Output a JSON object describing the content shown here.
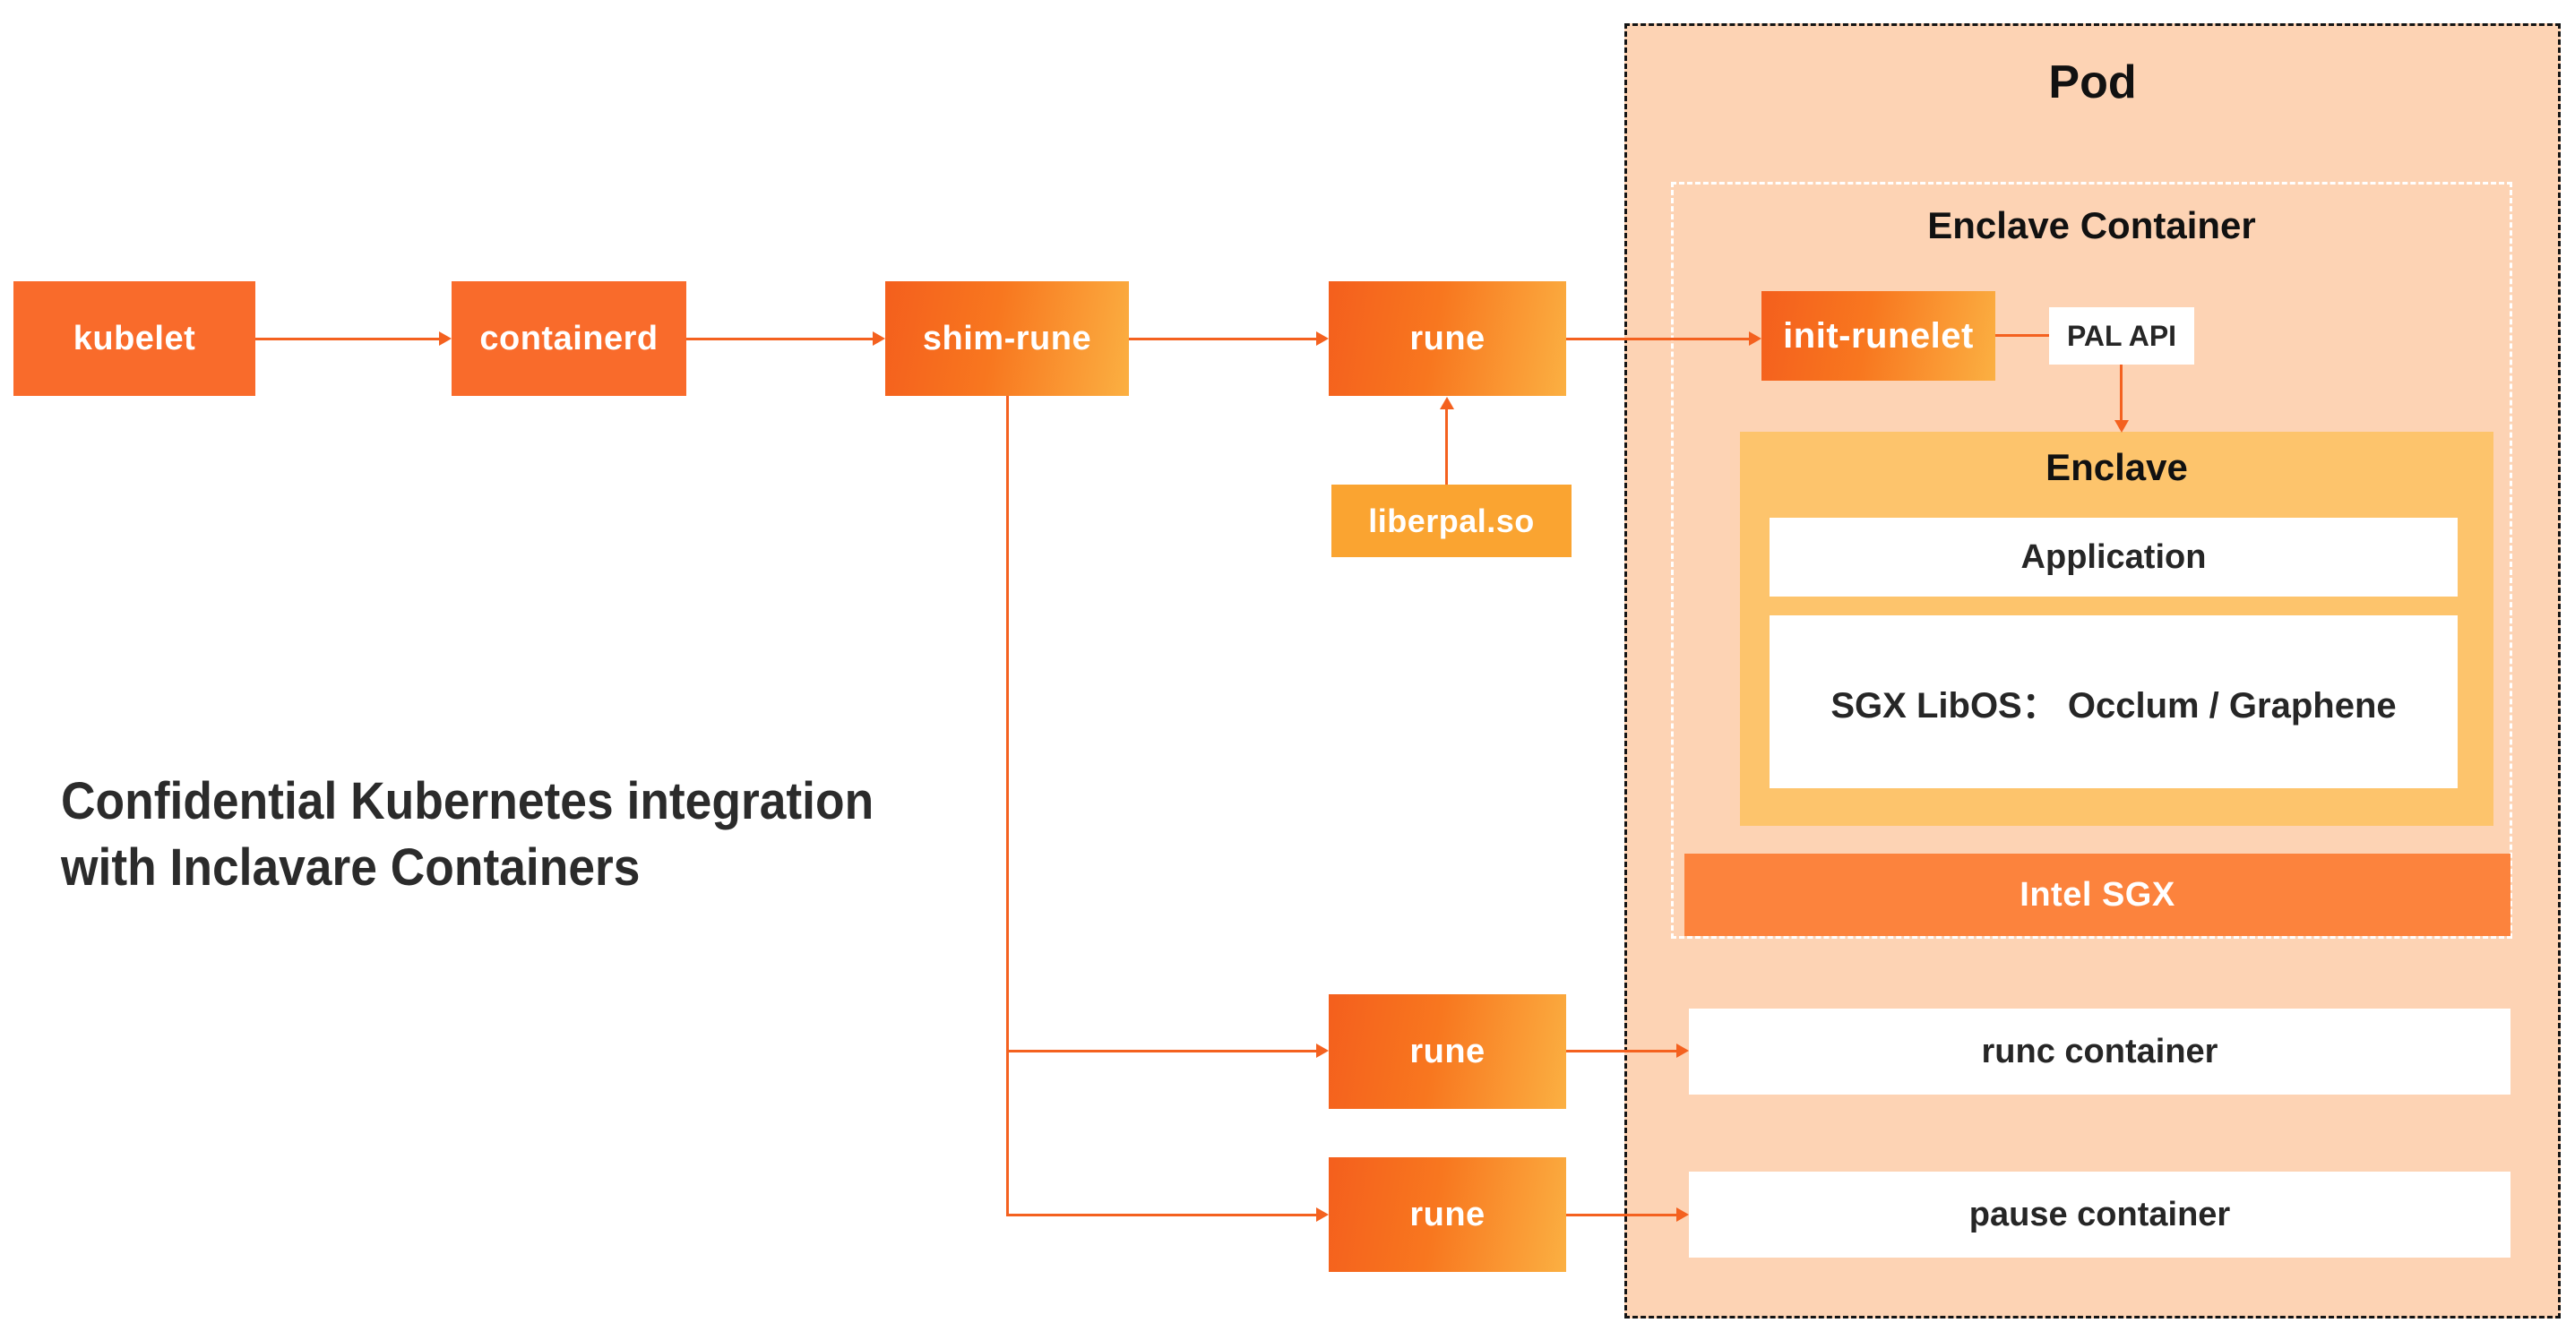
{
  "title": {
    "line1": "Confidential Kubernetes integration",
    "line2": "with Inclavare Containers"
  },
  "flow": {
    "kubelet": "kubelet",
    "containerd": "containerd",
    "shim_rune": "shim-rune",
    "rune_top": "rune",
    "liberpal": "liberpal.so",
    "rune_mid": "rune",
    "rune_bottom": "rune"
  },
  "pod": {
    "label": "Pod",
    "enclave_container_label": "Enclave Container",
    "init_runelet": "init-runelet",
    "pal_api": "PAL API",
    "enclave_label": "Enclave",
    "application": "Application",
    "sgx_libos": "SGX LibOS： Occlum / Graphene",
    "intel_sgx": "Intel SGX",
    "runc_container": "runc container",
    "pause_container": "pause container"
  },
  "colors": {
    "line_orange": "#f4611f",
    "node_solid_orange": "#f96b2b",
    "node_gradient_start": "#f45f1d",
    "node_gradient_end": "#fbb042",
    "liberpal_amber": "#faa431",
    "pod_background": "#fdd3b4",
    "enclave_yellow": "#fdc46c",
    "intel_sgx_orange": "#fc833d",
    "box_white": "#ffffff",
    "title_text": "#2b2b2b",
    "pod_border": "#141414"
  }
}
